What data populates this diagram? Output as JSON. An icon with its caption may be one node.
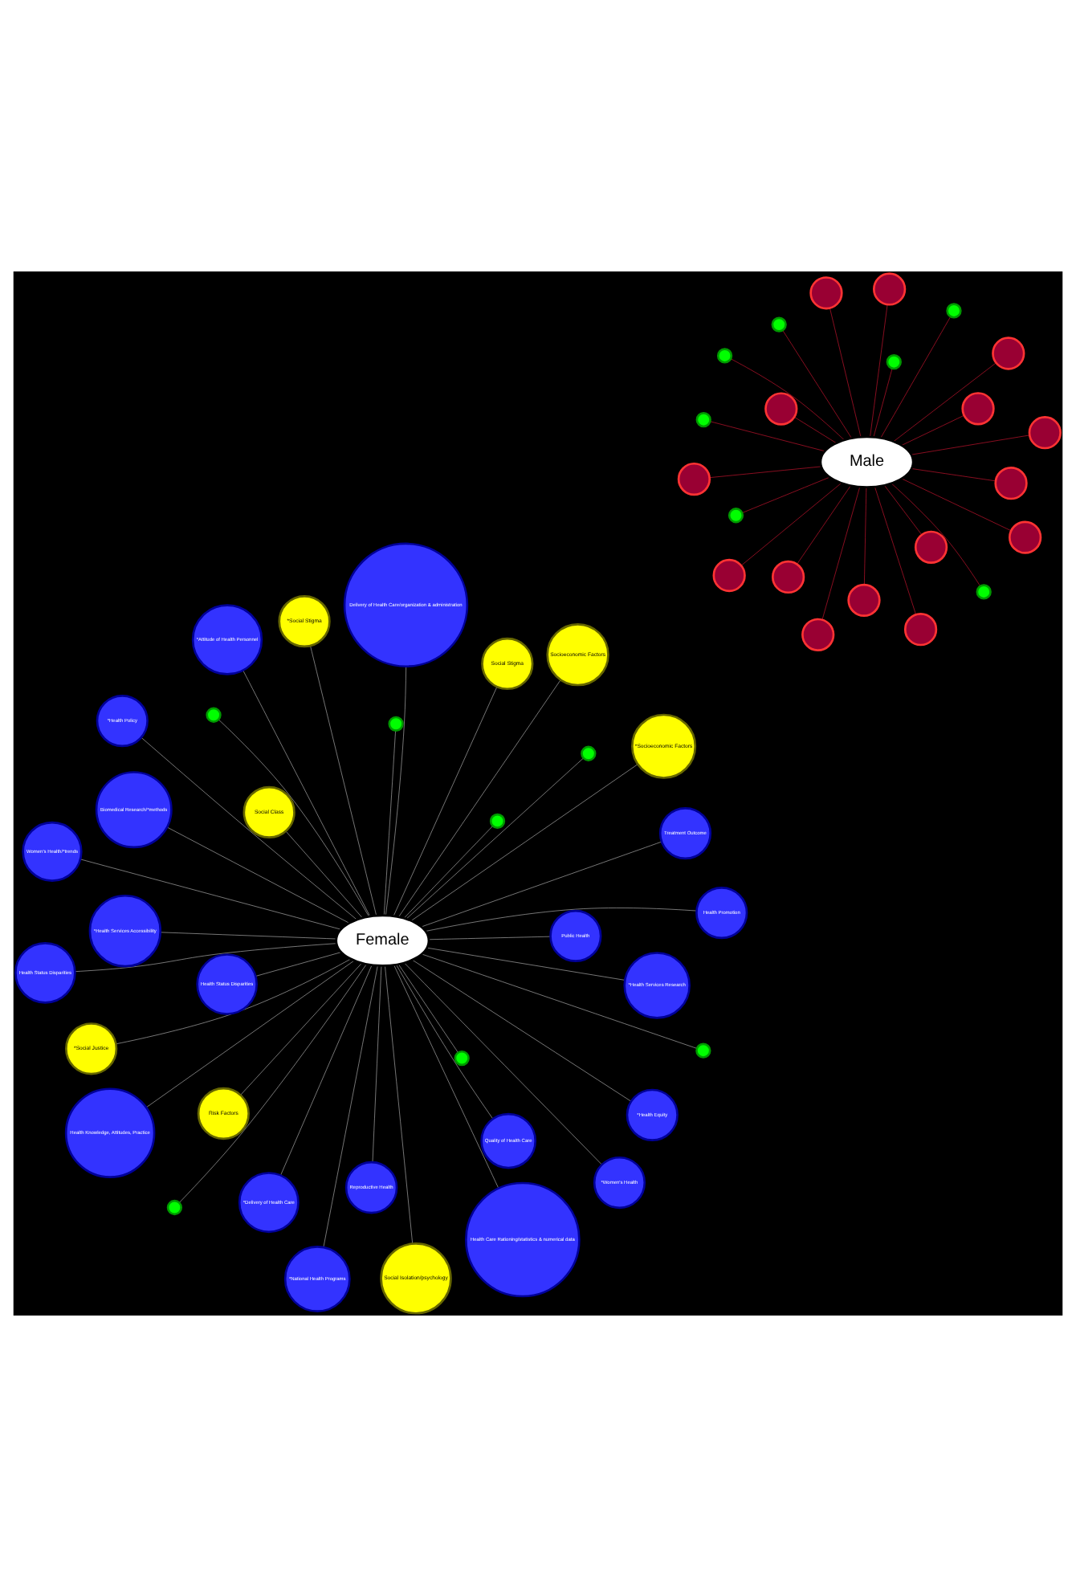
{
  "diagram": {
    "nodes": [
      {
        "text": [
          "Female"
        ]
      },
      {
        "text": [
          "Male"
        ]
      },
      {
        "text": [
          "*Health Services Research"
        ]
      },
      {
        "text": [
          "*National Health Programs"
        ]
      },
      {
        "text": [
          "*Attitude of Health Personnel"
        ]
      },
      {
        "text": [
          "Public Health"
        ]
      },
      {
        "text": [
          "*Health Services Accessibility"
        ]
      },
      {
        "text": [
          "Health Knowledge, Attitudes, Practice"
        ]
      },
      {
        "text": [
          "*Health Equity"
        ]
      },
      {
        "text": [
          "*Delivery of Health Care"
        ]
      },
      {
        "text": [
          "Health Care Rationing/statistics & numerical data"
        ]
      },
      {
        "text": [
          "Reproductive Health"
        ]
      },
      {
        "text": [
          "Health Status Disparities"
        ]
      },
      {
        "text": [
          "Health Promotion"
        ]
      },
      {
        "text": [
          "Treatment Outcome"
        ]
      },
      {
        "text": [
          "Delivery of Health Care/organization & administration"
        ]
      },
      {
        "text": [
          "Quality of Health Care"
        ]
      },
      {
        "text": [
          "*Women's Health"
        ]
      },
      {
        "text": [
          "*Health Policy"
        ]
      },
      {
        "text": [
          "Women's Health/*trends"
        ]
      },
      {
        "text": [
          "Biomedical Research/*methods"
        ]
      },
      {
        "text": [
          "Health Status Disparities"
        ]
      },
      {
        "text": [
          "*Social Justice"
        ]
      },
      {
        "text": [
          "Social Stigma"
        ]
      },
      {
        "text": [
          "Socioeconomic Factors"
        ]
      },
      {
        "text": [
          "*Social Stigma"
        ]
      },
      {
        "text": [
          "Social Isolation/psychology"
        ]
      },
      {
        "text": [
          "*Socioeconomic Factors"
        ]
      },
      {
        "text": [
          "Social Class"
        ]
      },
      {
        "text": [
          "Risk Factors"
        ]
      },
      {
        "text": [],
        "shape": "circle"
      },
      {
        "text": [],
        "shape": "circle"
      },
      {
        "text": [],
        "shape": "circle"
      },
      {
        "text": [],
        "shape": "circle"
      },
      {
        "text": [],
        "shape": "circle"
      },
      {
        "text": [],
        "shape": "circle"
      },
      {
        "text": [],
        "shape": "circle"
      },
      {
        "text": [],
        "shape": "circle"
      },
      {
        "text": [],
        "shape": "circle"
      },
      {
        "text": [],
        "shape": "circle"
      },
      {
        "text": [],
        "shape": "circle"
      },
      {
        "text": [],
        "shape": "circle"
      },
      {
        "text": [],
        "shape": "circle"
      },
      {
        "text": [],
        "shape": "circle"
      },
      {
        "text": [],
        "shape": "circle"
      },
      {
        "text": [],
        "shape": "circle"
      },
      {
        "text": [],
        "shape": "circle"
      },
      {
        "text": [],
        "shape": "circle"
      },
      {
        "text": [],
        "shape": "circle"
      },
      {
        "text": [],
        "shape": "circle"
      },
      {
        "text": [],
        "shape": "circle"
      },
      {
        "text": [],
        "shape": "circle"
      },
      {
        "text": [],
        "shape": "circle"
      },
      {
        "text": [],
        "shape": "circle"
      },
      {
        "text": [],
        "shape": "circle"
      },
      {
        "text": [],
        "shape": "circle"
      },
      {
        "text": [],
        "shape": "circle"
      },
      {
        "text": [],
        "shape": "circle"
      },
      {
        "text": [],
        "shape": "circle"
      }
    ],
    "edges": [
      {
        "from": 0,
        "to": 2,
        "arrow": "none"
      },
      {
        "from": 0,
        "to": 3,
        "arrow": "none"
      },
      {
        "from": 0,
        "to": 4,
        "arrow": "none"
      },
      {
        "from": 0,
        "to": 5,
        "arrow": "none"
      },
      {
        "from": 0,
        "to": 6,
        "arrow": "none"
      },
      {
        "from": 0,
        "to": 7,
        "arrow": "none"
      },
      {
        "from": 0,
        "to": 8,
        "arrow": "none"
      },
      {
        "from": 0,
        "to": 9,
        "arrow": "none"
      },
      {
        "from": 0,
        "to": 10,
        "arrow": "none"
      },
      {
        "from": 0,
        "to": 11,
        "arrow": "none"
      },
      {
        "from": 0,
        "to": 12,
        "arrow": "none"
      },
      {
        "from": 0,
        "to": 13,
        "arrow": "none"
      },
      {
        "from": 0,
        "to": 14,
        "arrow": "none"
      },
      {
        "from": 0,
        "to": 15,
        "arrow": "none"
      },
      {
        "from": 0,
        "to": 16,
        "arrow": "none"
      },
      {
        "from": 0,
        "to": 17,
        "arrow": "none"
      },
      {
        "from": 0,
        "to": 18,
        "arrow": "none"
      },
      {
        "from": 0,
        "to": 19,
        "arrow": "none"
      },
      {
        "from": 0,
        "to": 20,
        "arrow": "none"
      },
      {
        "from": 0,
        "to": 21,
        "arrow": "none"
      },
      {
        "from": 0,
        "to": 22,
        "arrow": "none"
      },
      {
        "from": 0,
        "to": 23,
        "arrow": "none"
      },
      {
        "from": 0,
        "to": 24,
        "arrow": "none"
      },
      {
        "from": 0,
        "to": 25,
        "arrow": "none"
      },
      {
        "from": 0,
        "to": 26,
        "arrow": "none"
      },
      {
        "from": 0,
        "to": 27,
        "arrow": "none"
      },
      {
        "from": 0,
        "to": 28,
        "arrow": "none"
      },
      {
        "from": 0,
        "to": 29,
        "arrow": "none"
      },
      {
        "from": 1,
        "to": 30,
        "arrow": "none",
        "color": "#ff1a3c"
      },
      {
        "from": 1,
        "to": 31,
        "arrow": "none",
        "color": "#ff1a3c"
      },
      {
        "from": 1,
        "to": 32,
        "arrow": "none",
        "color": "#ff1a3c"
      },
      {
        "from": 1,
        "to": 33,
        "arrow": "none",
        "color": "#ff1a3c"
      },
      {
        "from": 1,
        "to": 34,
        "arrow": "none",
        "color": "#ff1a3c"
      },
      {
        "from": 1,
        "to": 35,
        "arrow": "none",
        "color": "#ff1a3c"
      },
      {
        "from": 1,
        "to": 36,
        "arrow": "none",
        "color": "#ff1a3c"
      },
      {
        "from": 1,
        "to": 37,
        "arrow": "none",
        "color": "#ff1a3c"
      },
      {
        "from": 1,
        "to": 38,
        "arrow": "none",
        "color": "#ff1a3c"
      },
      {
        "from": 1,
        "to": 39,
        "arrow": "none",
        "color": "#ff1a3c"
      },
      {
        "from": 1,
        "to": 40,
        "arrow": "none",
        "color": "#ff1a3c"
      },
      {
        "from": 1,
        "to": 41,
        "arrow": "none",
        "color": "#ff1a3c"
      },
      {
        "from": 1,
        "to": 42,
        "arrow": "none",
        "color": "#ff1a3c"
      },
      {
        "from": 1,
        "to": 43,
        "arrow": "none",
        "color": "#ff1a3c"
      },
      {
        "from": 1,
        "to": 44,
        "arrow": "none",
        "color": "#ff1a3c"
      },
      {
        "from": 0,
        "to": 45,
        "arrow": "none"
      },
      {
        "from": 0,
        "to": 46,
        "arrow": "none"
      },
      {
        "from": 0,
        "to": 47,
        "arrow": "none"
      },
      {
        "from": 0,
        "to": 48,
        "arrow": "none"
      },
      {
        "from": 0,
        "to": 49,
        "arrow": "none"
      },
      {
        "from": 0,
        "to": 50,
        "arrow": "none"
      },
      {
        "from": 0,
        "to": 51,
        "arrow": "none"
      },
      {
        "from": 1,
        "to": 52,
        "arrow": "none",
        "color": "#ff1a3c"
      },
      {
        "from": 1,
        "to": 53,
        "arrow": "none",
        "color": "#ff1a3c"
      },
      {
        "from": 1,
        "to": 54,
        "arrow": "none",
        "color": "#ff1a3c"
      },
      {
        "from": 1,
        "to": 55,
        "arrow": "none",
        "color": "#ff1a3c"
      },
      {
        "from": 1,
        "to": 56,
        "arrow": "none",
        "color": "#ff1a3c"
      },
      {
        "from": 1,
        "to": 57,
        "arrow": "none",
        "color": "#ff1a3c"
      },
      {
        "from": 1,
        "to": 58,
        "arrow": "none",
        "color": "#ff1a3c"
      }
    ]
  }
}
